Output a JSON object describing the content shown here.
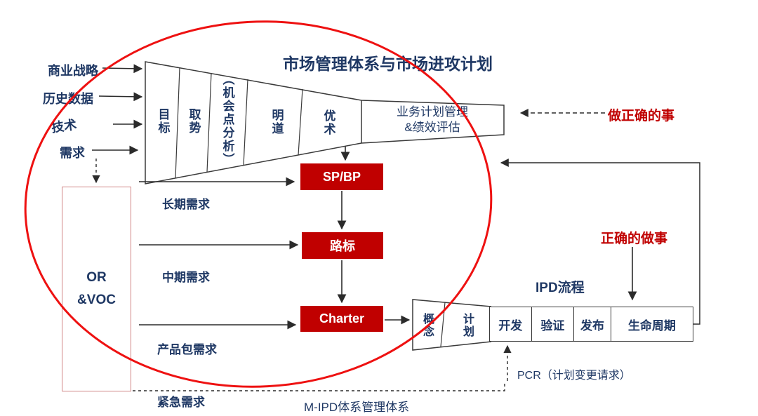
{
  "title": "市场管理体系与市场进攻计划",
  "inputs": {
    "items": [
      "商业战略",
      "历史数据",
      "技术",
      "需求"
    ]
  },
  "funnel": {
    "columns": [
      "目标",
      "取势",
      "（机会点分析）",
      "明道",
      "优术"
    ],
    "output_line1": "业务计划管理",
    "output_line2": "&绩效评估"
  },
  "annotations": {
    "do_right_things": "做正确的事",
    "do_things_right": "正确的做事"
  },
  "plans": {
    "sp_bp": "SP/BP",
    "roadmap": "路标",
    "charter": "Charter"
  },
  "or_voc": {
    "line1": "OR",
    "line2": "&VOC"
  },
  "demands": {
    "long_term": "长期需求",
    "mid_term": "中期需求",
    "product_package": "产品包需求",
    "urgent": "紧急需求"
  },
  "ipd": {
    "label": "IPD流程",
    "phases": [
      "概念",
      "计划"
    ],
    "stages": [
      "开发",
      "验证",
      "发布",
      "生命周期"
    ],
    "pcr": "PCR（计划变更请求）"
  },
  "footer": {
    "m_ipd": "M-IPD体系管理体系"
  },
  "colors": {
    "navy": "#1f3864",
    "red_text": "#c00000",
    "red_box": "#c00000",
    "ellipse_red": "#ee1111",
    "line": "#3a3a3a"
  }
}
